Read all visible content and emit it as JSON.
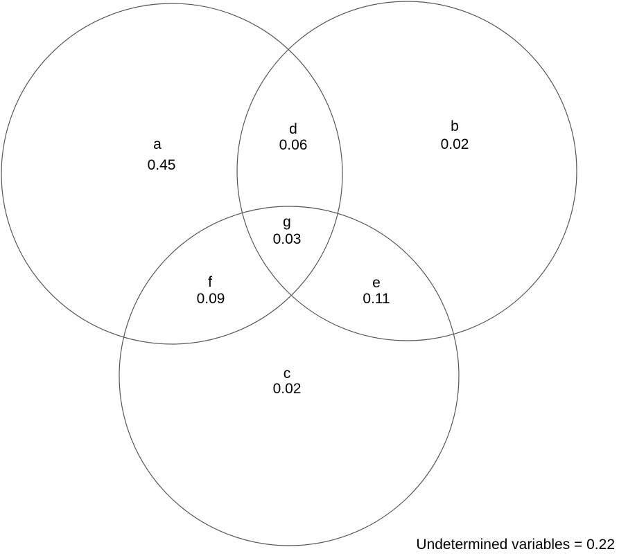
{
  "regions": {
    "a": {
      "label": "a",
      "value": "0.45"
    },
    "b": {
      "label": "b",
      "value": "0.02"
    },
    "c": {
      "label": "c",
      "value": "0.02"
    },
    "d": {
      "label": "d",
      "value": "0.06"
    },
    "e": {
      "label": "e",
      "value": "0.11"
    },
    "f": {
      "label": "f",
      "value": "0.09"
    },
    "g": {
      "label": "g",
      "value": "0.03"
    }
  },
  "footer": {
    "undetermined": "Undetermined variables = 0.22"
  },
  "colors": {
    "circle_stroke": "#555555",
    "text": "#000000",
    "background": "#ffffff"
  }
}
